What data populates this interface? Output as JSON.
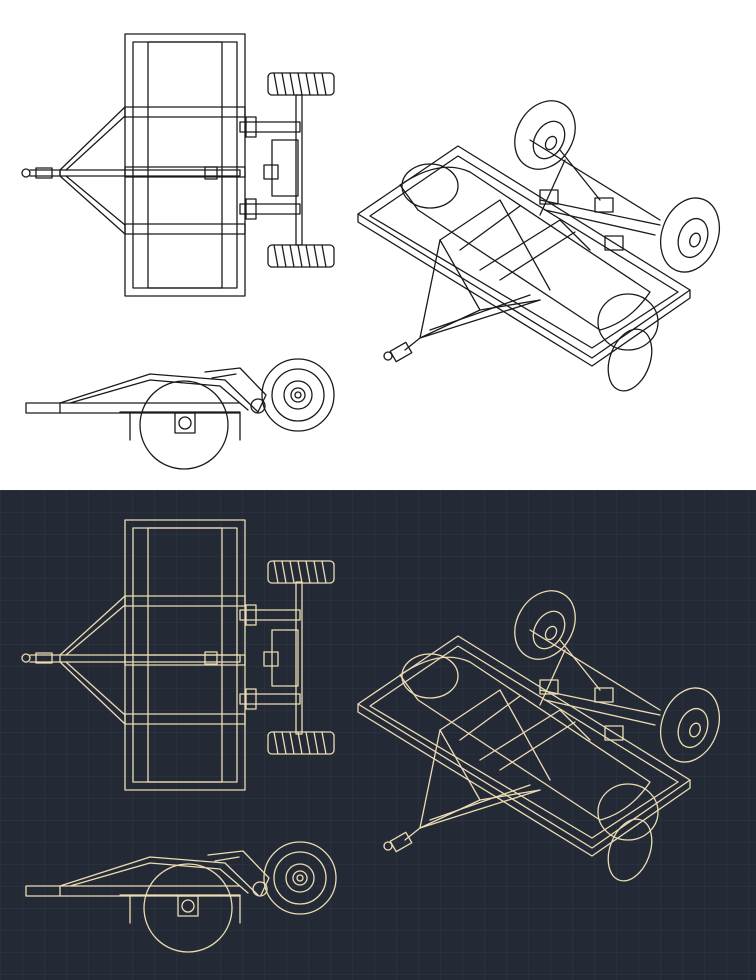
{
  "panels": [
    {
      "id": "light",
      "background": "#ffffff",
      "stroke": "#1a1a1a"
    },
    {
      "id": "dark",
      "background": "#232a36",
      "stroke": "#ecdcb4",
      "grid": "#2f3846"
    }
  ],
  "views": [
    "top-view",
    "side-view",
    "isometric-view"
  ],
  "icons": [
    "tire-icon",
    "roller-drum-icon",
    "hitch-icon"
  ]
}
